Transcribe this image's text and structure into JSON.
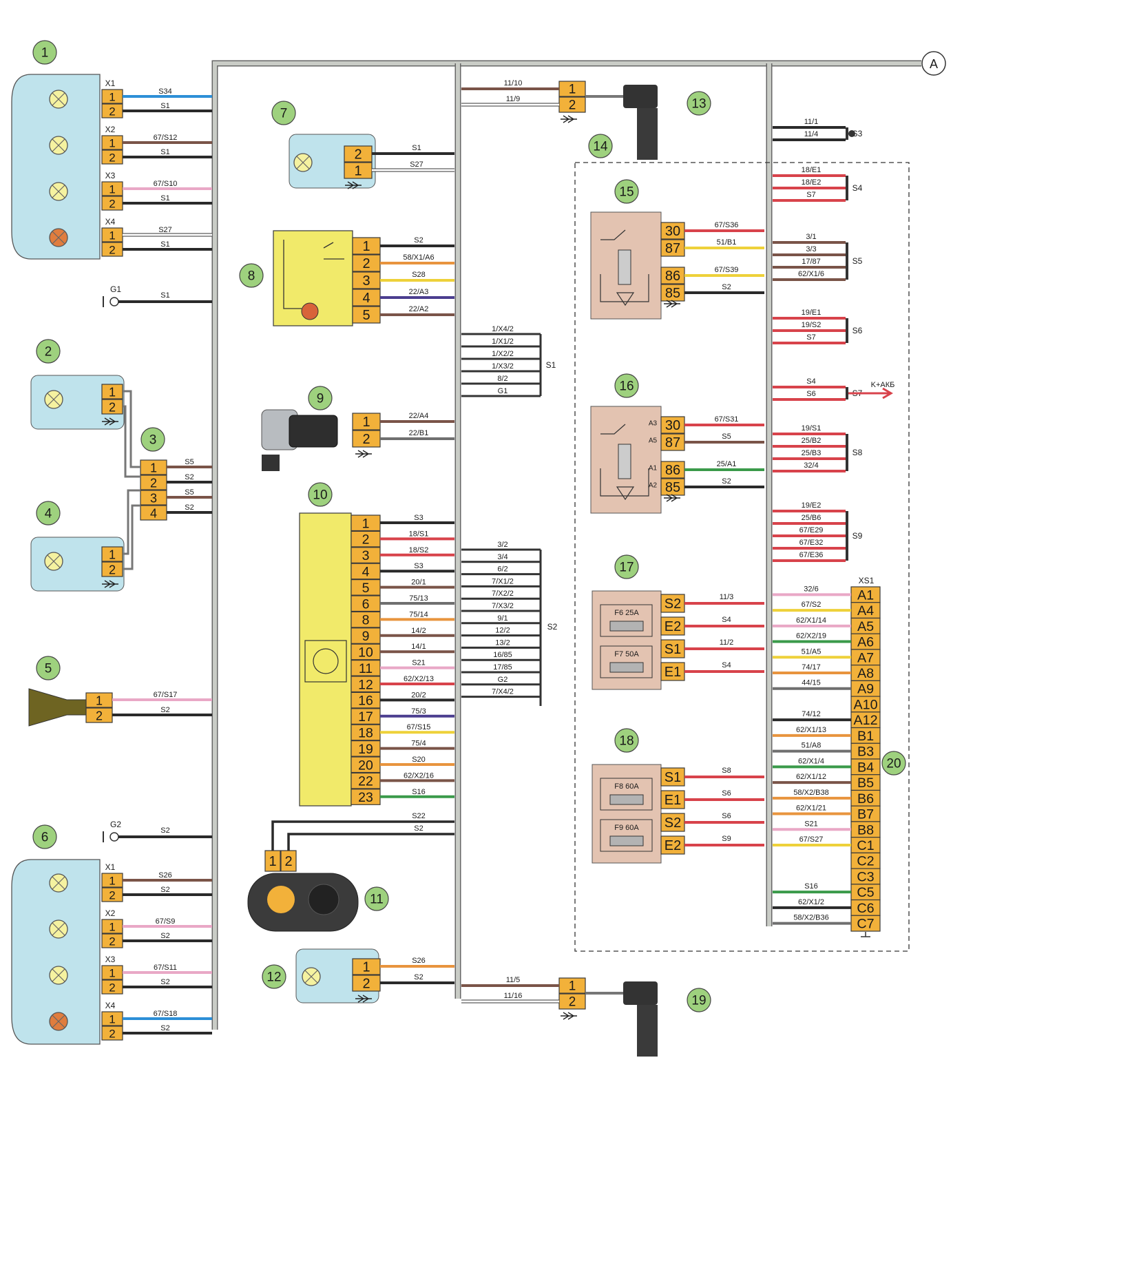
{
  "colors": {
    "bundle": "#c9ccc6",
    "lamp_bg": "#bfe3ec",
    "connector": "#f2b13a",
    "relay_bg": "#e3c3b1",
    "module_yellow": "#f1ea6a",
    "callout": "#9ed17e",
    "brown": "#7a5448",
    "red": "#d8434b",
    "pink": "#e9a8c6",
    "blue": "#2d8fd7",
    "yellow": "#eed13a",
    "orange": "#e8943e",
    "green": "#3a9a4a",
    "violet": "#4b3e8f",
    "gray": "#6f6f6f",
    "black": "#2a2a2a",
    "white": "#f4f4f4"
  },
  "labels": {
    "junction_A": "A",
    "xs1": "XS1",
    "k_akb": "K+АКБ"
  },
  "callouts": [
    "1",
    "2",
    "3",
    "4",
    "5",
    "6",
    "7",
    "8",
    "9",
    "10",
    "11",
    "12",
    "13",
    "14",
    "15",
    "16",
    "17",
    "18",
    "19",
    "20"
  ],
  "c1": {
    "sockets": [
      "X1",
      "X2",
      "X3",
      "X4"
    ],
    "wires": [
      "S34",
      "S1",
      "67/S12",
      "S1",
      "67/S10",
      "S1",
      "S27",
      "S1"
    ],
    "wire_colors": [
      "blue",
      "black",
      "brown",
      "black",
      "pink",
      "black",
      "white",
      "black"
    ],
    "pins": [
      "1",
      "2"
    ]
  },
  "g1": {
    "label": "G1",
    "wire": "S1"
  },
  "g2": {
    "label": "G2",
    "wire": "S2"
  },
  "c2": {
    "pins": [
      "1",
      "2"
    ]
  },
  "c3": {
    "pins": [
      "1",
      "2",
      "3",
      "4"
    ],
    "wires": [
      "S5",
      "S2",
      "S5",
      "S2"
    ],
    "wire_colors": [
      "brown",
      "black",
      "brown",
      "black"
    ]
  },
  "c4": {
    "pins": [
      "1",
      "2"
    ]
  },
  "c5": {
    "pins": [
      "1",
      "2"
    ],
    "wires": [
      "67/S17",
      "S2"
    ],
    "wire_colors": [
      "pink",
      "black"
    ]
  },
  "c6": {
    "sockets": [
      "X1",
      "X2",
      "X3",
      "X4"
    ],
    "wires": [
      "S26",
      "S2",
      "67/S9",
      "S2",
      "67/S11",
      "S2",
      "67/S18",
      "S2"
    ],
    "wire_colors": [
      "brown",
      "black",
      "pink",
      "black",
      "pink",
      "black",
      "blue",
      "black"
    ],
    "pins": [
      "1",
      "2"
    ]
  },
  "c7": {
    "pins": [
      "2",
      "1"
    ],
    "wires": [
      "S1",
      "S27"
    ],
    "wire_colors": [
      "black",
      "white"
    ]
  },
  "c8": {
    "pins": [
      "1",
      "2",
      "3",
      "4",
      "5"
    ],
    "wires": [
      "S2",
      "58/X1/A6",
      "S28",
      "22/A3",
      "22/A2"
    ],
    "wire_colors": [
      "black",
      "orange",
      "yellow",
      "violet",
      "brown"
    ]
  },
  "c9": {
    "pins": [
      "1",
      "2"
    ],
    "wires": [
      "22/A4",
      "22/B1"
    ],
    "wire_colors": [
      "brown",
      "gray"
    ]
  },
  "c10": {
    "pins": [
      "1",
      "2",
      "3",
      "4",
      "5",
      "6",
      "8",
      "9",
      "10",
      "11",
      "12",
      "16",
      "17",
      "18",
      "19",
      "20",
      "22",
      "23"
    ],
    "wires": [
      "S3",
      "18/S1",
      "18/S2",
      "S3",
      "20/1",
      "75/13",
      "75/14",
      "14/2",
      "14/1",
      "S21",
      "62/X2/13",
      "20/2",
      "75/3",
      "67/S15",
      "75/4",
      "S20",
      "62/X2/16",
      "S16"
    ],
    "wire_colors": [
      "black",
      "red",
      "red",
      "black",
      "brown",
      "gray",
      "orange",
      "brown",
      "brown",
      "pink",
      "red",
      "black",
      "violet",
      "yellow",
      "brown",
      "orange",
      "brown",
      "green"
    ]
  },
  "c11": {
    "pins": [
      "1",
      "2"
    ],
    "wires": [
      "S22",
      "S2"
    ],
    "wire_colors": [
      "black",
      "black"
    ]
  },
  "c12": {
    "pins": [
      "1",
      "2"
    ],
    "wires": [
      "S26",
      "S2"
    ],
    "wire_colors": [
      "orange",
      "black"
    ]
  },
  "c13": {
    "pins": [
      "1",
      "2"
    ],
    "wires": [
      "11/10",
      "11/9"
    ],
    "wire_colors": [
      "brown",
      "white"
    ]
  },
  "c19": {
    "pins": [
      "1",
      "2"
    ],
    "wires": [
      "11/5",
      "11/16"
    ],
    "wire_colors": [
      "brown",
      "white"
    ]
  },
  "s1_group": {
    "label": "S1",
    "wires": [
      "1/X4/2",
      "1/X1/2",
      "1/X2/2",
      "1/X3/2",
      "8/2",
      "G1"
    ]
  },
  "s2_group": {
    "label": "S2",
    "wires": [
      "3/2",
      "3/4",
      "6/2",
      "7/X1/2",
      "7/X2/2",
      "7/X3/2",
      "9/1",
      "12/2",
      "13/2",
      "16/85",
      "17/85",
      "G2",
      "7/X4/2"
    ]
  },
  "s3": {
    "label": "S3",
    "wires": [
      "11/1",
      "11/4"
    ]
  },
  "s4": {
    "label": "S4",
    "wires": [
      "18/E1",
      "18/E2",
      "S7"
    ]
  },
  "s5": {
    "label": "S5",
    "wires": [
      "3/1",
      "3/3",
      "17/87",
      "62/X1/6"
    ]
  },
  "s6": {
    "label": "S6",
    "wires": [
      "19/E1",
      "19/S2",
      "S7"
    ]
  },
  "s7": {
    "label": "S7",
    "wires": [
      "S4",
      "S6"
    ]
  },
  "s8": {
    "label": "S8",
    "wires": [
      "19/S1",
      "25/B2",
      "25/B3",
      "32/4"
    ]
  },
  "s9": {
    "label": "S9",
    "wires": [
      "19/E2",
      "25/B6",
      "67/E29",
      "67/E32",
      "67/E36"
    ]
  },
  "r15": {
    "pins": [
      "30",
      "87",
      "86",
      "85"
    ],
    "wires": [
      "67/S36",
      "51/B1",
      "67/S39",
      "S2"
    ],
    "wire_colors": [
      "red",
      "yellow",
      "yellow",
      "black"
    ]
  },
  "r16": {
    "pins": [
      "30",
      "87",
      "86",
      "85"
    ],
    "inner": [
      "A3",
      "A5",
      "A1",
      "A2"
    ],
    "wires": [
      "67/S31",
      "S5",
      "25/A1",
      "S2"
    ],
    "wire_colors": [
      "red",
      "brown",
      "green",
      "black"
    ]
  },
  "f17": {
    "pins": [
      "S2",
      "E2",
      "S1",
      "E1"
    ],
    "fuses": [
      "F6 25A",
      "F7 50A"
    ],
    "wires": [
      "11/3",
      "S4",
      "11/2",
      "S4"
    ]
  },
  "f18": {
    "pins": [
      "S1",
      "E1",
      "S2",
      "E2"
    ],
    "fuses": [
      "F8 60A",
      "F9 60A"
    ],
    "wires": [
      "S8",
      "S6",
      "S6",
      "S9"
    ]
  },
  "xs1": {
    "pins": [
      "A1",
      "A4",
      "A5",
      "A6",
      "A7",
      "A8",
      "A9",
      "A10",
      "A12",
      "B1",
      "B3",
      "B4",
      "B5",
      "B6",
      "B7",
      "B8",
      "C1",
      "C2",
      "C3",
      "C5",
      "C6",
      "C7"
    ],
    "wires": [
      "32/6",
      "67/S2",
      "62/X1/14",
      "62/X2/19",
      "51/A5",
      "74/17",
      "44/15",
      "",
      "74/12",
      "62/X1/13",
      "51/A8",
      "62/X1/4",
      "62/X1/12",
      "58/X2/B38",
      "62/X1/21",
      "S21",
      "67/S27",
      "",
      "",
      "S16",
      "62/X1/2",
      "58/X2/B36"
    ],
    "wire_colors": [
      "pink",
      "yellow",
      "pink",
      "green",
      "yellow",
      "orange",
      "gray",
      "",
      "black",
      "orange",
      "gray",
      "green",
      "brown",
      "orange",
      "orange",
      "pink",
      "yellow",
      "",
      "",
      "green",
      "black",
      "gray"
    ]
  }
}
